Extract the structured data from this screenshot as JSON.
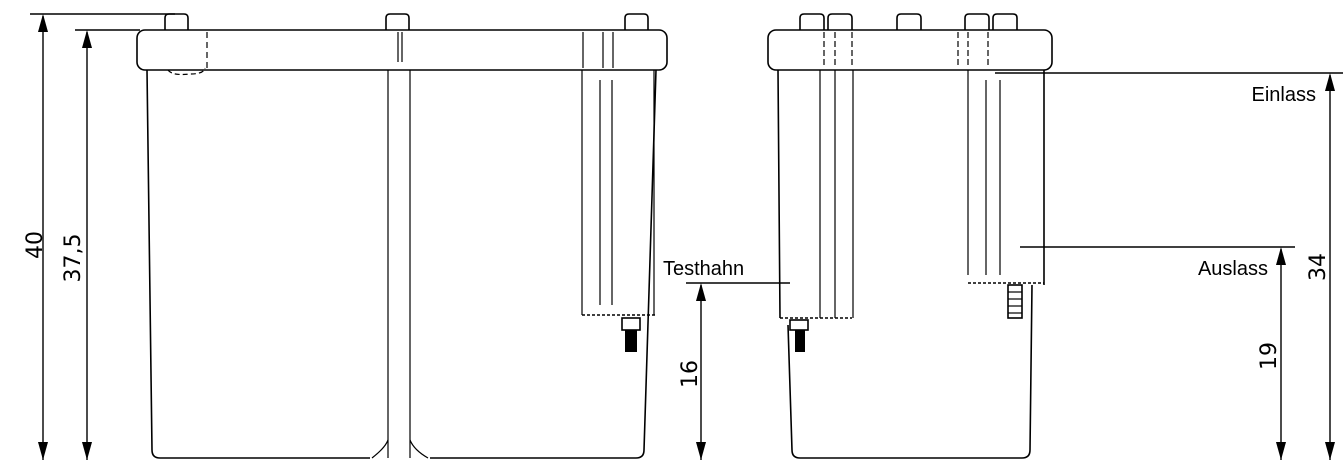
{
  "dimensions": {
    "overall_height": "40",
    "body_height": "37,5",
    "test_tap_height": "16",
    "inlet_height": "34",
    "outlet_height": "19"
  },
  "labels": {
    "test_tap": "Testhahn",
    "inlet": "Einlass",
    "outlet": "Auslass"
  }
}
